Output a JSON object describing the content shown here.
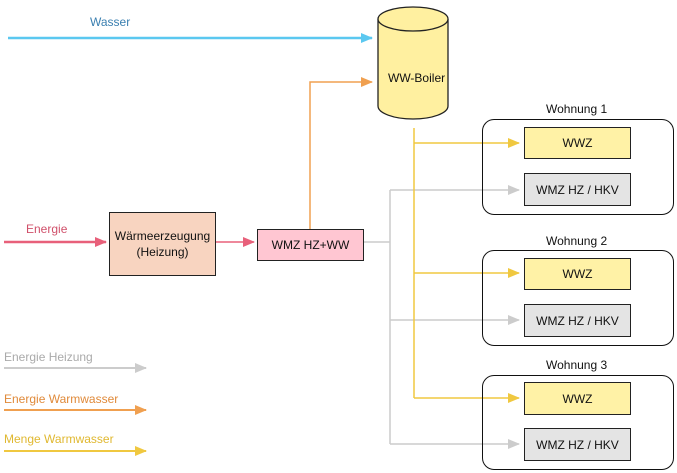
{
  "inputs": {
    "water": "Wasser",
    "energy": "Energie"
  },
  "boiler": {
    "label": "WW-Boiler"
  },
  "heat_generation": {
    "line1": "Wärmeerzeugung",
    "line2": "(Heizung)"
  },
  "main_meter": {
    "label": "WMZ HZ+WW"
  },
  "apartments": [
    {
      "title": "Wohnung 1",
      "ww_meter": "WWZ",
      "heat_meter": "WMZ HZ / HKV"
    },
    {
      "title": "Wohnung 2",
      "ww_meter": "WWZ",
      "heat_meter": "WMZ HZ / HKV"
    },
    {
      "title": "Wohnung 3",
      "ww_meter": "WWZ",
      "heat_meter": "WMZ HZ / HKV"
    }
  ],
  "legend": [
    {
      "label": "Energie Heizung",
      "color": "#cccccc"
    },
    {
      "label": "Energie Warmwasser",
      "color": "#f0a050"
    },
    {
      "label": "Menge Warmwasser",
      "color": "#f0c840"
    }
  ],
  "colors": {
    "water": "#5bc8f0",
    "energy": "#e8607a",
    "energy_heating": "#cccccc",
    "energy_hot_water": "#f0a050",
    "hot_water_quantity": "#f0c840",
    "boiler_fill": "#fff0a0"
  }
}
